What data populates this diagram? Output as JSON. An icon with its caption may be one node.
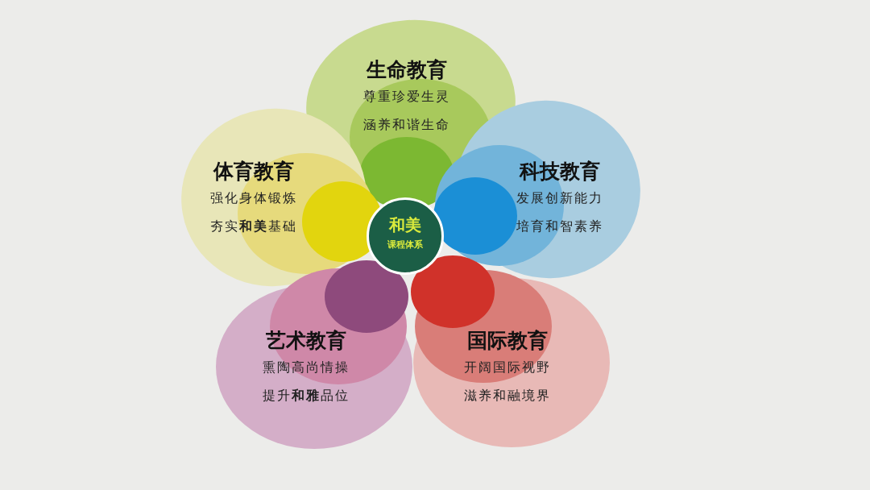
{
  "diagram": {
    "nodes": [
      {
        "text": [
          "和美",
          "课程体系"
        ]
      },
      {
        "text": [
          "生命教育",
          "尊重珍爱生灵",
          "涵养和谐生命"
        ]
      },
      {
        "text": [
          "体育教育",
          "强化身体锻炼",
          "夯实**和美**基础"
        ]
      },
      {
        "text": [
          "科技教育",
          "发展创新能力",
          "培育和智素养"
        ]
      },
      {
        "text": [
          "艺术教育",
          "熏陶高尚情操",
          "提升**和雅**品位"
        ]
      },
      {
        "text": [
          "国际教育",
          "开阔国际视野",
          "滋养和融境界"
        ]
      }
    ]
  }
}
